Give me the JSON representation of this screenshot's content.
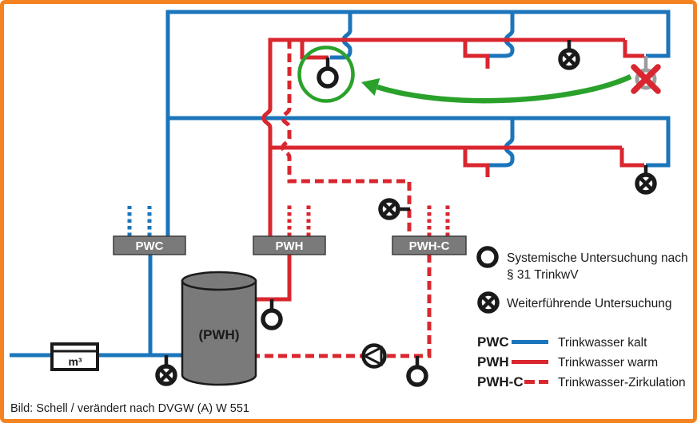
{
  "caption": "Bild: Schell / verändert nach DVGW (A) W 551",
  "components": {
    "pwc_distributor": "PWC",
    "pwh_distributor": "PWH",
    "pwhc_distributor": "PWH-C",
    "storage_tank": "(PWH)",
    "water_meter": "m³"
  },
  "legend": {
    "systemic_line1": "Systemische Untersuchung nach",
    "systemic_line2": "§ 31 TrinkwV",
    "further": "Weiterführende Untersuchung",
    "key": [
      {
        "code": "PWC",
        "label": "Trinkwasser kalt",
        "line_style": "solid",
        "color": "#1B75BB"
      },
      {
        "code": "PWH",
        "label": "Trinkwasser warm",
        "line_style": "solid",
        "color": "#D9262F"
      },
      {
        "code": "PWH-C",
        "label": "Trinkwasser-Zirkulation",
        "line_style": "dashed",
        "color": "#D9262F"
      }
    ]
  },
  "symbols": {
    "systemic_sampling_icon": "open-circle",
    "further_testing_icon": "circle-with-x",
    "deactivated_outlet_icon": "gray-circle-with-red-x",
    "pump_icon": "circle-with-triangle"
  },
  "colors": {
    "border_orange": "#F58220",
    "pwc_blue": "#1B75BB",
    "pwh_red": "#D9262F",
    "highlight_green": "#2AA12B",
    "component_gray": "#7A7A7A"
  }
}
